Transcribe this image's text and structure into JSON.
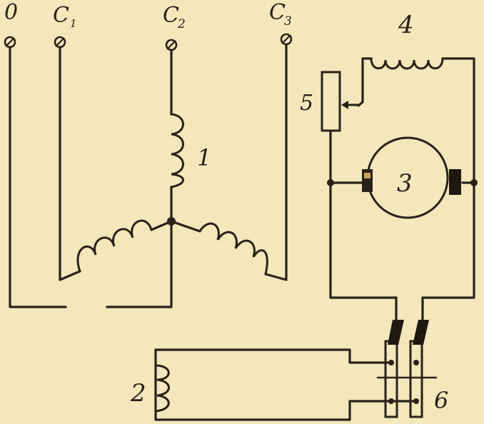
{
  "terminals": [
    {
      "id": "zero",
      "label": "0"
    },
    {
      "id": "c1",
      "label": "C",
      "sub": "1"
    },
    {
      "id": "c2",
      "label": "C",
      "sub": "2"
    },
    {
      "id": "c3",
      "label": "C",
      "sub": "3"
    }
  ],
  "labels": {
    "winding_1": "1",
    "coil_2": "2",
    "motor_3": "3",
    "field_4": "4",
    "rheostat_5": "5",
    "switch_6": "6"
  },
  "colors": {
    "paper": "#f3e7bb",
    "ink": "#2a2118",
    "brush": "#1e1810"
  }
}
